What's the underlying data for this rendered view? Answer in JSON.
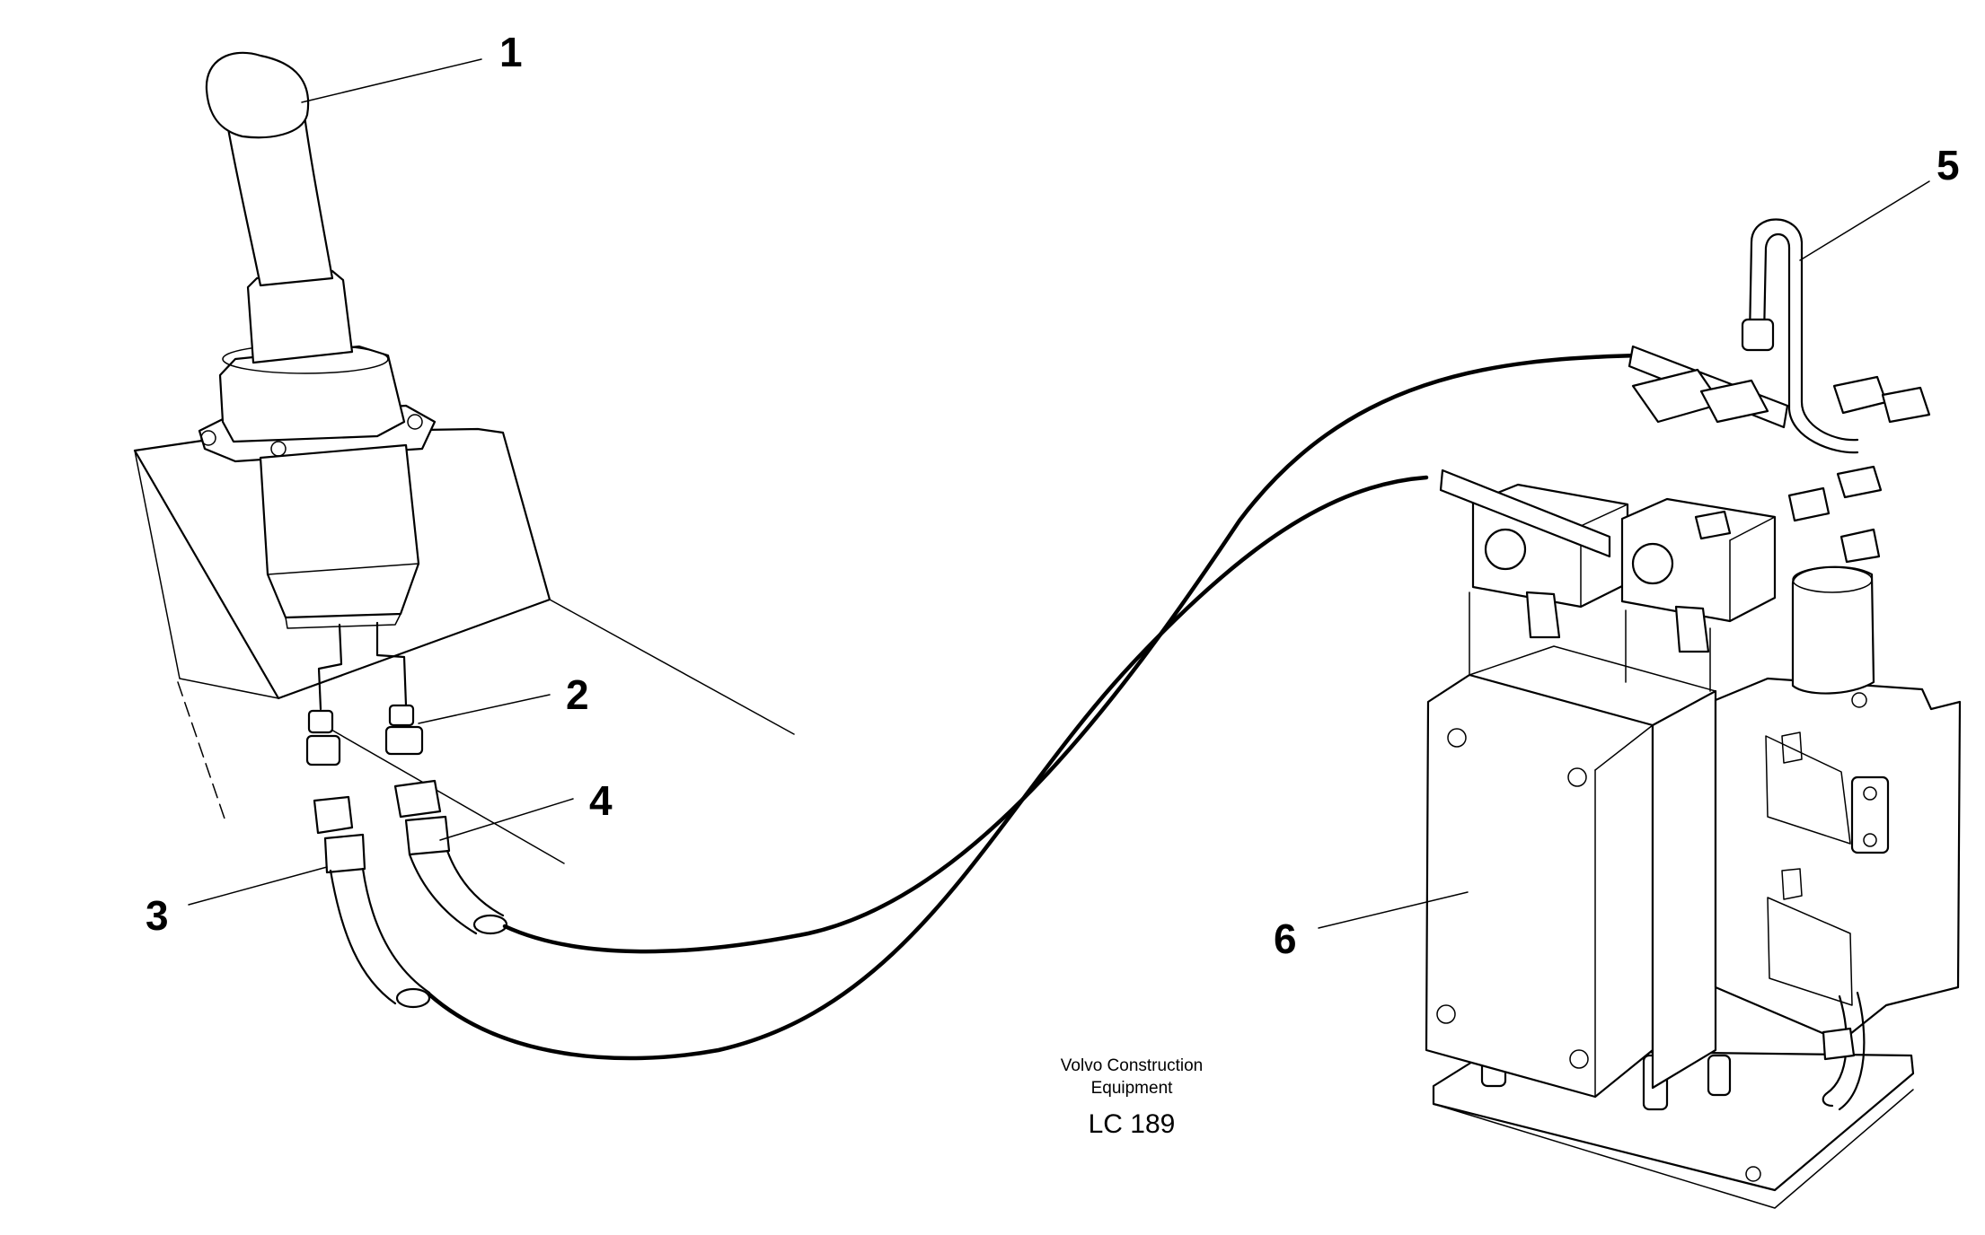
{
  "callouts": [
    {
      "label": "1"
    },
    {
      "label": "2"
    },
    {
      "label": "3"
    },
    {
      "label": "4"
    },
    {
      "label": "5"
    },
    {
      "label": "6"
    }
  ],
  "caption": {
    "line1": "Volvo Construction",
    "line2": "Equipment",
    "code": "LC 189"
  }
}
